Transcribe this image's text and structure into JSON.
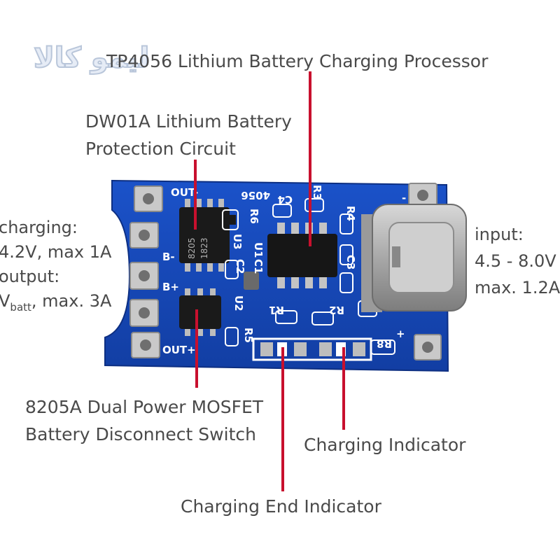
{
  "watermark": "لیمو کالا",
  "board": {
    "silkscreen": {
      "out_minus": "OUT-",
      "b_minus": "B-",
      "b_plus": "B+",
      "out_plus": "OUT+",
      "chip_model": "4056",
      "c4": "C4",
      "r3": "R3",
      "r6": "R6",
      "u3": "U3",
      "u1": "U1",
      "c2": "C2",
      "c1": "C1",
      "r1": "R1",
      "r2": "R2",
      "r4": "R4",
      "c3": "C3",
      "u2": "U2",
      "r5": "R5",
      "r8": "R8",
      "plus": "+",
      "minus": "-",
      "dw01a_marking_1": "8205",
      "dw01a_marking_2": "1823"
    },
    "colors": {
      "pcb": "#1647b8",
      "pad": "#c9c9c9",
      "chip": "#1a1a1a",
      "connector": "#b5b5b5",
      "leader": "#c8102e"
    }
  },
  "labels": {
    "tp4056": "TP4056 Lithium Battery Charging Processor",
    "dw01a_line1": "DW01A Lithium Battery",
    "dw01a_line2": "Protection Circuit",
    "charging_line1": "charging:",
    "charging_line2": "4.2V, max 1A",
    "output_line1": "output:",
    "output_v": "V",
    "output_sub": "batt",
    "output_rest": ", max. 3A",
    "input_line1": "input:",
    "input_line2": "4.5 - 8.0V",
    "input_line3": "max. 1.2A",
    "mosfet_line1": "8205A Dual Power MOSFET",
    "mosfet_line2": "Battery Disconnect Switch",
    "charging_indicator": "Charging Indicator",
    "charging_end": "Charging End Indicator"
  }
}
